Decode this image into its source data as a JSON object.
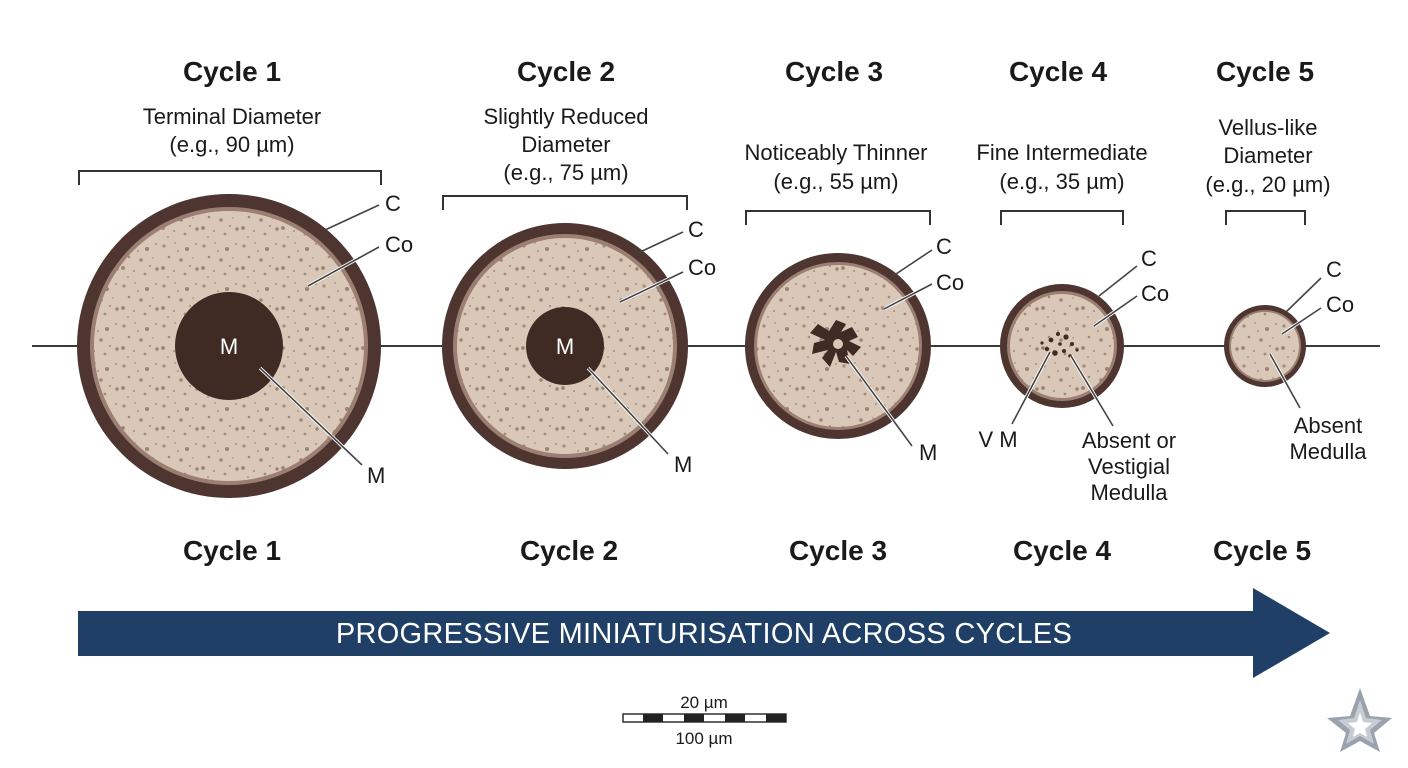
{
  "cycles": [
    {
      "title_top": "Cycle 1",
      "desc": [
        "Terminal Diameter",
        "(e.g., 90 µm)"
      ],
      "title_bottom": "Cycle 1",
      "labels": {
        "cuticle": "C",
        "cortex": "Co",
        "medulla_inner": "M",
        "medulla_outer": "M"
      }
    },
    {
      "title_top": "Cycle 2",
      "desc": [
        "Slightly Reduced",
        "Diameter",
        "(e.g., 75 µm)"
      ],
      "title_bottom": "Cycle 2",
      "labels": {
        "cuticle": "C",
        "cortex": "Co",
        "medulla_inner": "M",
        "medulla_outer": "M"
      }
    },
    {
      "title_top": "Cycle 3",
      "desc": [
        "Noticeably Thinner",
        "(e.g., 55 µm)"
      ],
      "title_bottom": "Cycle 3",
      "labels": {
        "cuticle": "C",
        "cortex": "Co",
        "medulla_outer": "M"
      }
    },
    {
      "title_top": "Cycle 4",
      "desc": [
        "Fine Intermediate",
        "(e.g., 35 µm)"
      ],
      "title_bottom": "Cycle 4",
      "labels": {
        "cuticle": "C",
        "cortex": "Co",
        "vestigial": "V M",
        "note": [
          "Absent or",
          "Vestigial",
          "Medulla"
        ]
      }
    },
    {
      "title_top": "Cycle 5",
      "desc": [
        "Vellus-like",
        "Diameter",
        "(e.g., 20 µm)"
      ],
      "title_bottom": "Cycle 5",
      "labels": {
        "cuticle": "C",
        "cortex": "Co",
        "note": [
          "Absent",
          "Medulla"
        ]
      }
    }
  ],
  "banner": {
    "text": "PROGRESSIVE MINIATURISATION ACROSS CYCLES",
    "color": "#1f3f66"
  },
  "scale_bar": {
    "top_label": "20 µm",
    "bottom_label": "100 µm"
  },
  "colors": {
    "cuticle": "#4e3530",
    "cortex": "#d7c6b6",
    "medulla": "#3f2a24",
    "line": "#3a3a3a"
  },
  "watermark": {
    "icon": "star-icon"
  }
}
